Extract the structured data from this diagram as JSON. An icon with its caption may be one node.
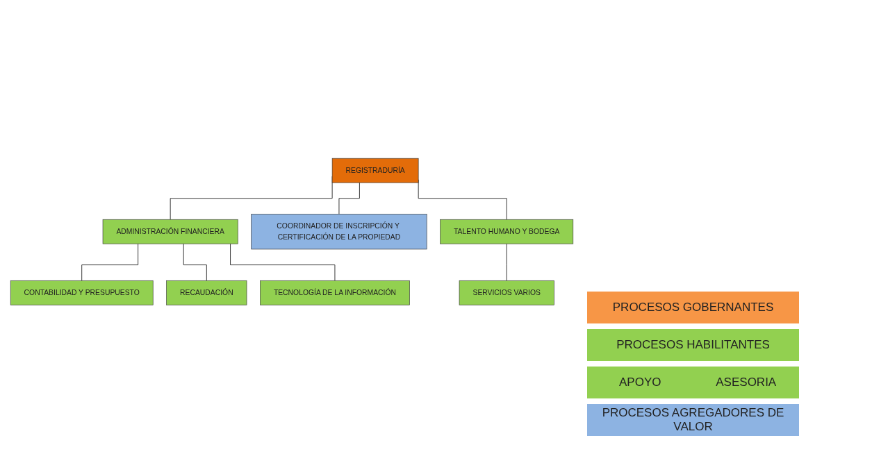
{
  "diagram": {
    "nodes": [
      {
        "text": [
          "REGISTRADURÍA"
        ]
      },
      {
        "text": [
          "ADMINISTRACIÓN FINANCIERA"
        ]
      },
      {
        "text": [
          "COORDINADOR DE INSCRIPCIÓN Y CERTIFICACIÓN DE LA PROPIEDAD"
        ]
      },
      {
        "text": [
          "TALENTO HUMANO Y BODEGA"
        ]
      },
      {
        "text": [
          "SERVICIOS VARIOS"
        ]
      },
      {
        "text": [
          "CONTABILIDAD Y PRESUPUESTO"
        ]
      },
      {
        "text": [
          "RECAUDACIÓN"
        ]
      },
      {
        "text": [
          "TECNOLOGÍA DE LA INFORMACIÓN"
        ]
      }
    ],
    "edges": [
      {
        "from": 0,
        "to": 1,
        "arrow": "none"
      },
      {
        "from": 0,
        "to": 2,
        "arrow": "none"
      },
      {
        "from": 0,
        "to": 3,
        "arrow": "none"
      },
      {
        "from": 3,
        "to": 4,
        "arrow": "none"
      },
      {
        "from": 1,
        "to": 5,
        "arrow": "none"
      },
      {
        "from": 1,
        "to": 6,
        "arrow": "none"
      },
      {
        "from": 1,
        "to": 7,
        "arrow": "none"
      }
    ],
    "legend": [
      {
        "text": "PROCESOS GOBERNANTES",
        "color": "#f79646"
      },
      {
        "text": "PROCESOS HABILITANTES",
        "color": "#92d050"
      },
      {
        "text": "APOYO",
        "color": "#92d050"
      },
      {
        "text": "ASESORIA",
        "color": "#92d050"
      },
      {
        "text": "PROCESOS AGREGADORES DE VALOR",
        "color": "#8db3e2"
      }
    ]
  }
}
